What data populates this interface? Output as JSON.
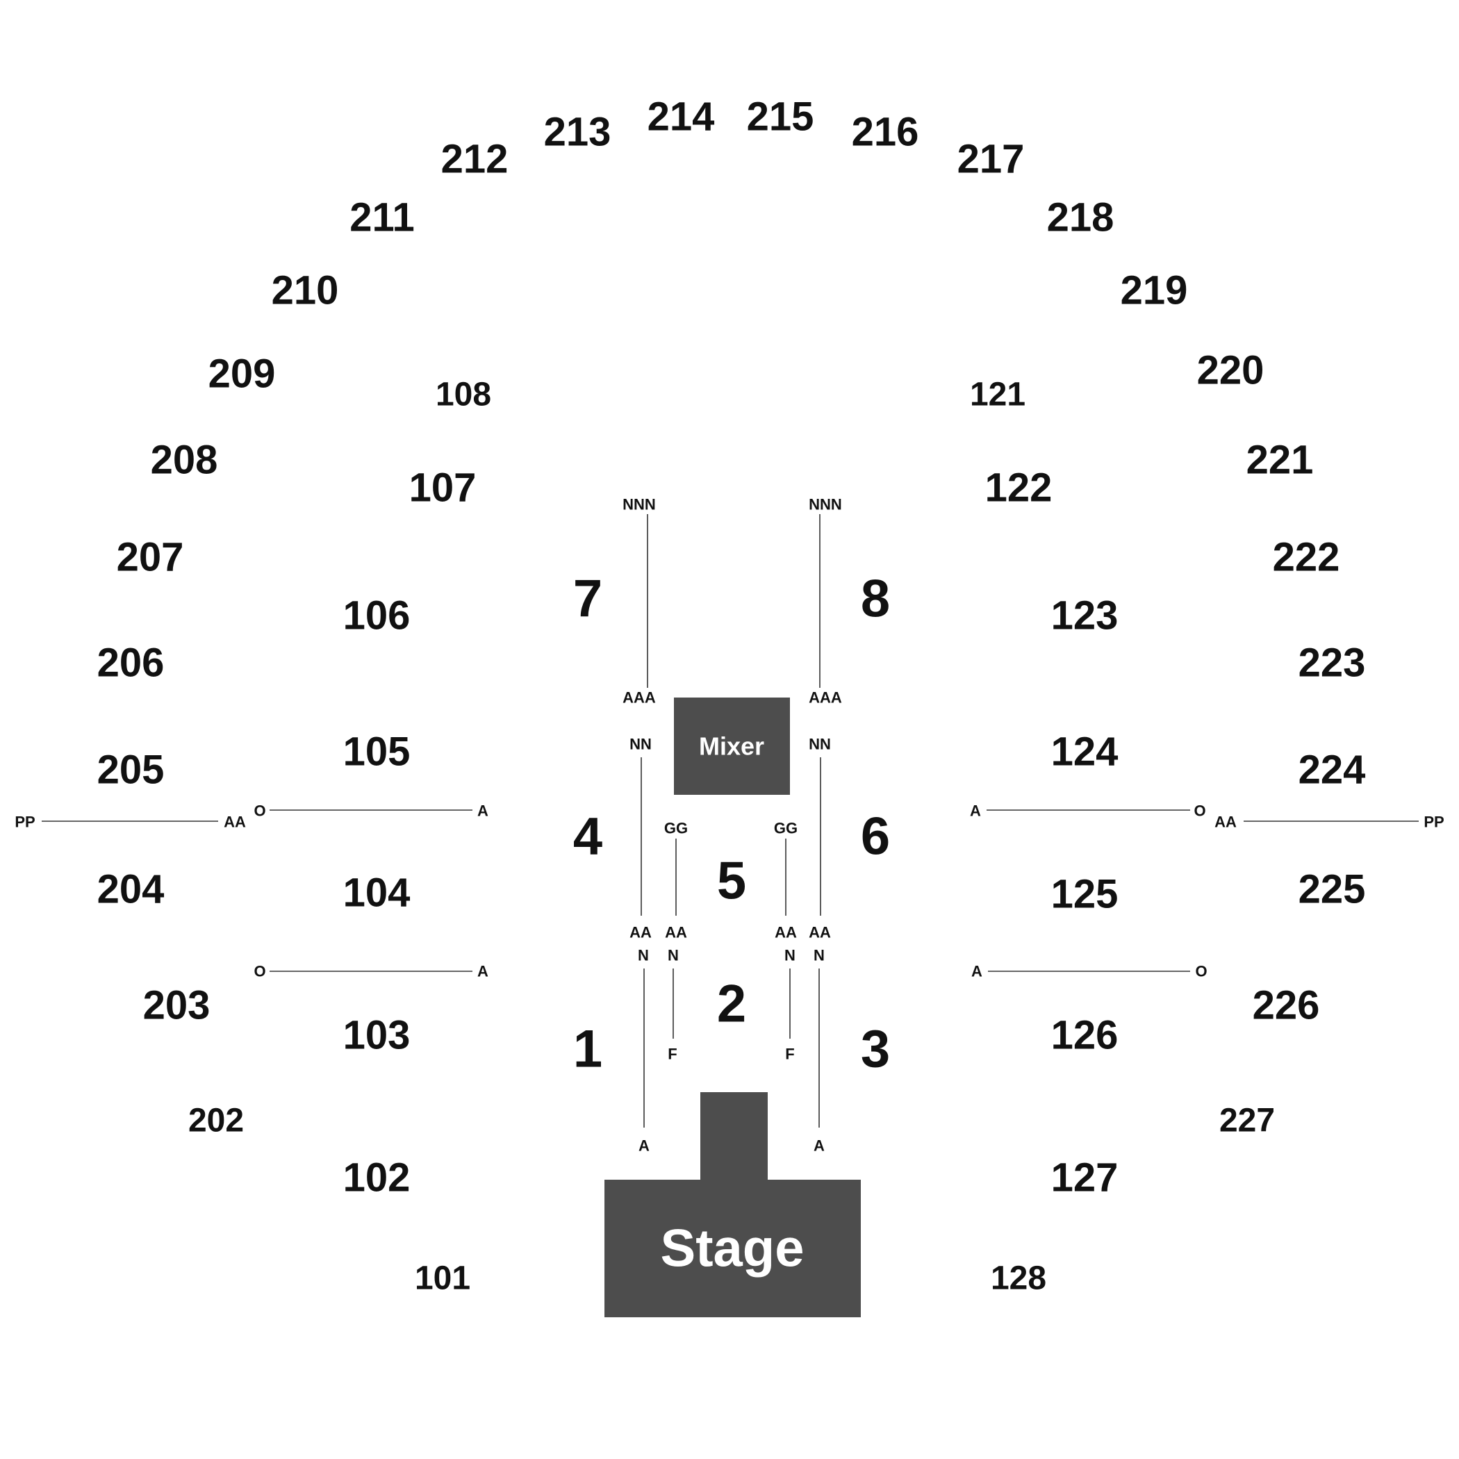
{
  "venue": {
    "stage_label": "Stage",
    "mixer_label": "Mixer",
    "colors": {
      "block": "#4d4d4d",
      "text": "#111111",
      "block_text": "#ffffff"
    }
  },
  "floor_sections": [
    "1",
    "2",
    "3",
    "4",
    "5",
    "6",
    "7",
    "8"
  ],
  "sections_100": [
    "101",
    "102",
    "103",
    "104",
    "105",
    "106",
    "107",
    "108",
    "121",
    "122",
    "123",
    "124",
    "125",
    "126",
    "127",
    "128"
  ],
  "sections_200": [
    "202",
    "203",
    "204",
    "205",
    "206",
    "207",
    "208",
    "209",
    "210",
    "211",
    "212",
    "213",
    "214",
    "215",
    "216",
    "217",
    "218",
    "219",
    "220",
    "221",
    "222",
    "223",
    "224",
    "225",
    "226",
    "227"
  ],
  "row_markers": {
    "nnn": "NNN",
    "aaa": "AAA",
    "nn": "NN",
    "gg": "GG",
    "aa": "AA",
    "n": "N",
    "f": "F",
    "a": "A",
    "o": "O",
    "pp": "PP"
  }
}
